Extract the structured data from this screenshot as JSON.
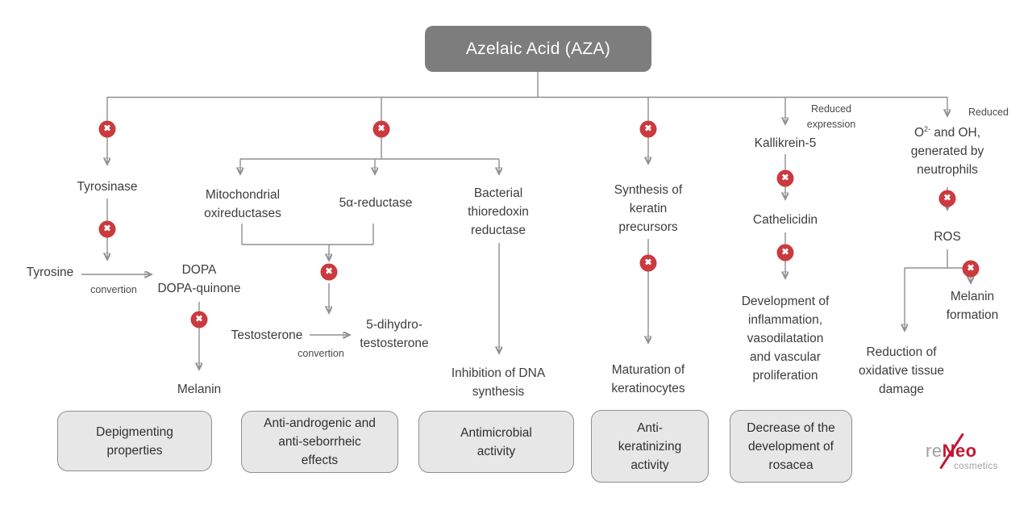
{
  "root": {
    "title": "Azelaic Acid (AZA)"
  },
  "colors": {
    "title_box": "#7d7d7d",
    "connector_gray": "#8f8f8f",
    "inhibit_red": "#cb3a3e",
    "outcome_fill": "#e8e7e7",
    "text": "#3d3d3d",
    "logo_red": "#c41735",
    "logo_gray": "#a39fa0"
  },
  "pathway_depigmenting": {
    "enzyme": "Tyrosinase",
    "substrate": "Tyrosine",
    "conversion_label": "convertion",
    "product": "DOPA\nDOPA-quinone",
    "end_product": "Melanin",
    "outcome": "Depigmenting\nproperties"
  },
  "pathway_androgenic": {
    "enzyme_left": "Mitochondrial\noxireductases",
    "enzyme_right": "5α-reductase",
    "substrate": "Testosterone",
    "conversion_label": "convertion",
    "product": "5-dihydro-\ntestosterone",
    "outcome": "Anti-androgenic and\nanti-seborrheic\neffects"
  },
  "pathway_antimicrobial": {
    "enzyme": "Bacterial\nthioredoxin\nreductase",
    "end_result": "Inhibition of DNA\nsynthesis",
    "outcome": "Antimicrobial\nactivity"
  },
  "pathway_keratinizing": {
    "process": "Synthesis of\nkeratin\nprecursors",
    "end_result": "Maturation of\nkeratinocytes",
    "outcome": "Anti-\nkeratinizing\nactivity"
  },
  "pathway_rosacea": {
    "annotation": "Reduced\nexpression",
    "node1": "Kallikrein-5",
    "node2": "Cathelicidin",
    "end_result": "Development of\ninflammation,\nvasodilatation\nand vascular\nproliferation",
    "outcome": "Decrease of the\ndevelopment of\nrosacea"
  },
  "pathway_oxidative": {
    "annotation": "Reduced",
    "node1_pre": "O",
    "node1_sup": "2-",
    "node1_rest": " and OH,",
    "node1_lines": "generated by\nneutrophils",
    "node2": "ROS",
    "end_melanin": "Melanin\nformation",
    "end_reduction": "Reduction of\noxidative tissue\ndamage"
  },
  "logo": {
    "part1": "re",
    "part2": "Neo",
    "tagline": "cosmetics"
  }
}
